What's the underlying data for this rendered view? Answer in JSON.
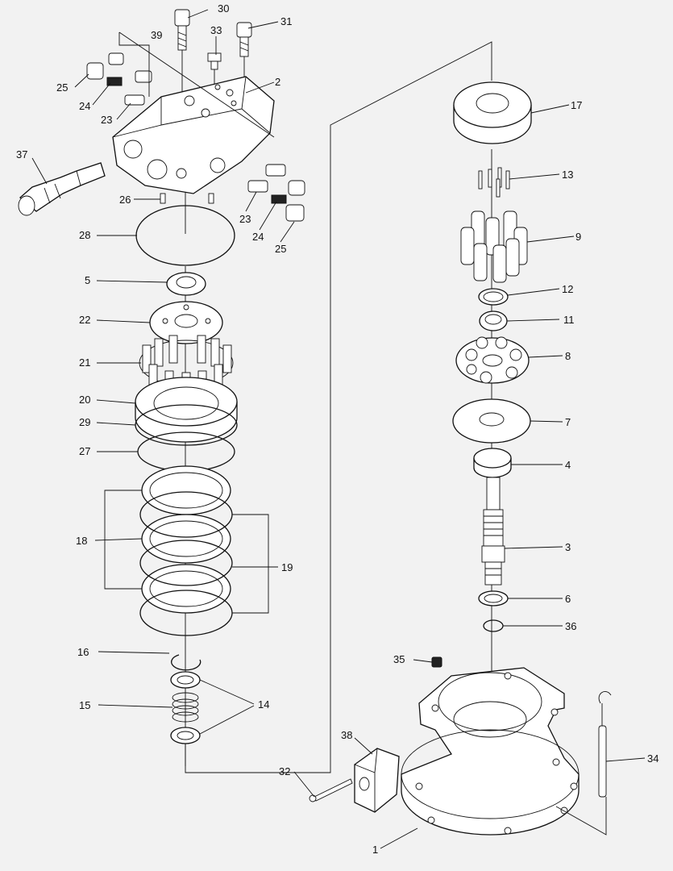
{
  "figure": {
    "labels": {
      "l1": "1",
      "l2": "2",
      "l3": "3",
      "l4": "4",
      "l5": "5",
      "l6": "6",
      "l7": "7",
      "l8": "8",
      "l9": "9",
      "l11": "11",
      "l12": "12",
      "l13": "13",
      "l14": "14",
      "l15": "15",
      "l16": "16",
      "l17": "17",
      "l18": "18",
      "l19": "19",
      "l20": "20",
      "l21": "21",
      "l22": "22",
      "l23a": "23",
      "l23b": "23",
      "l24a": "24",
      "l24b": "24",
      "l25a": "25",
      "l25b": "25",
      "l26": "26",
      "l27": "27",
      "l28": "28",
      "l29": "29",
      "l30": "30",
      "l31": "31",
      "l32": "32",
      "l33": "33",
      "l34": "34",
      "l35": "35",
      "l36": "36",
      "l37": "37",
      "l38": "38",
      "l39": "39"
    },
    "colors": {
      "background": "#f2f2f2",
      "line": "#111111",
      "part_fill": "#ffffff"
    }
  }
}
